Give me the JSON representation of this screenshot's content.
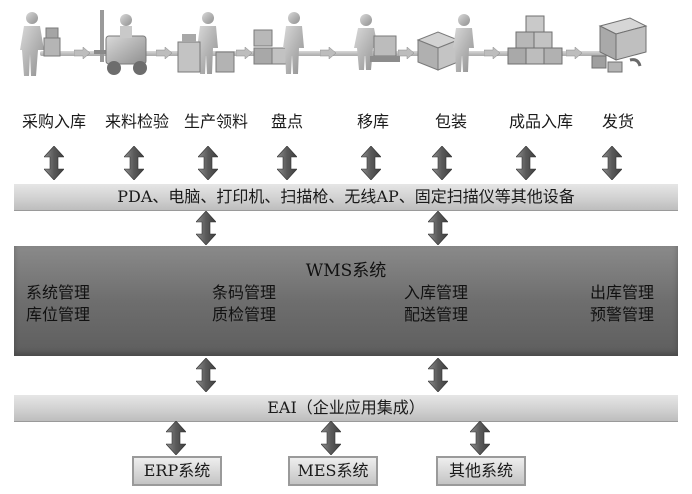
{
  "steps": [
    {
      "label": "采购入库",
      "icon": "receiving-worker-icon"
    },
    {
      "label": "来料检验",
      "icon": "forklift-inspection-icon"
    },
    {
      "label": "生产领料",
      "icon": "material-picking-icon"
    },
    {
      "label": "盘点",
      "icon": "inventory-count-icon"
    },
    {
      "label": "移库",
      "icon": "stock-transfer-icon"
    },
    {
      "label": "包装",
      "icon": "packaging-icon"
    },
    {
      "label": "成品入库",
      "icon": "finished-goods-boxes-icon"
    },
    {
      "label": "发货",
      "icon": "delivery-truck-icon"
    }
  ],
  "device_bar": {
    "label": "PDA、电脑、打印机、扫描枪、无线AP、固定扫描仪等其他设备"
  },
  "wms": {
    "title": "WMS系统",
    "modules": [
      {
        "line1": "系统管理",
        "line2": "库位管理"
      },
      {
        "line1": "条码管理",
        "line2": "质检管理"
      },
      {
        "line1": "入库管理",
        "line2": "配送管理"
      },
      {
        "line1": "出库管理",
        "line2": "预警管理"
      }
    ]
  },
  "eai_bar": {
    "label": "EAI（企业应用集成）"
  },
  "external_systems": [
    "ERP系统",
    "MES系统",
    "其他系统"
  ],
  "colors": {
    "dark_panel": "#6e6e6e",
    "light_bar": "#cfcfcf",
    "arrow": "#6a6a6a"
  }
}
